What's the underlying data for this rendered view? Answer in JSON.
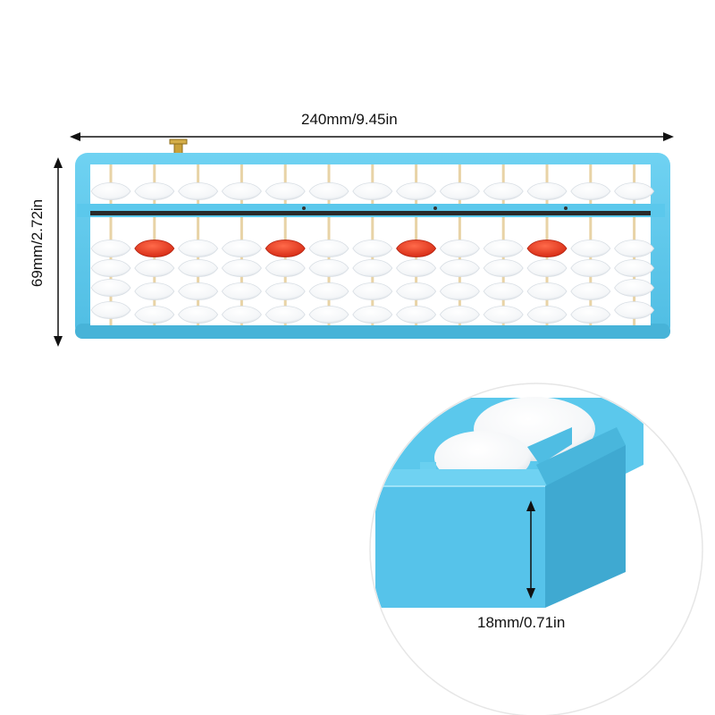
{
  "dimensions": {
    "width_label": "240mm/9.45in",
    "height_label": "69mm/2.72in",
    "depth_label": "18mm/0.71in"
  },
  "abacus": {
    "rods": 13,
    "frame_color": "#5bc8ec",
    "bead_color": "#ffffff",
    "marker_bead_color": "#e8341c",
    "lower_beads_per_rod": 4,
    "upper_beads_per_rod": 1
  }
}
